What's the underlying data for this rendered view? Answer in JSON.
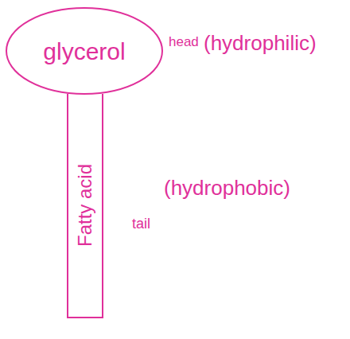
{
  "diagram": {
    "nodes": [
      {
        "text": [
          "glycerol"
        ]
      },
      {
        "text": [
          "Fatty acid"
        ]
      }
    ],
    "labels": [
      "head",
      "(hydrophilic)",
      "tail",
      "(hydrophobic)"
    ]
  }
}
